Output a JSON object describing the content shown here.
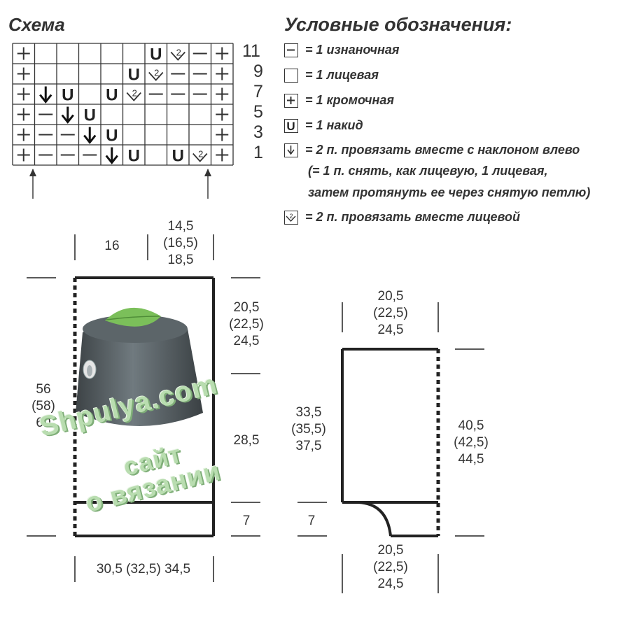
{
  "chart_title": "Схема",
  "legend_title": "Условные обозначения:",
  "row_numbers": [
    "11",
    "9",
    "7",
    "5",
    "3",
    "1"
  ],
  "grid_rows": [
    [
      "+",
      "",
      "",
      "",
      "",
      "U",
      "k2",
      "-",
      "+"
    ],
    [
      "+",
      "",
      "",
      "",
      "U",
      "k2",
      "-",
      "-",
      "+"
    ],
    [
      "+",
      "v",
      "U",
      "",
      "U",
      "k2",
      "-",
      "-",
      "-",
      "+"
    ],
    [
      "+",
      "-",
      "v",
      "U",
      "",
      "",
      "",
      "",
      "",
      "+"
    ],
    [
      "+",
      "-",
      "-",
      "v",
      "U",
      "",
      "",
      "",
      "",
      "+"
    ],
    [
      "+",
      "-",
      "-",
      "-",
      "v",
      "U",
      "",
      "U",
      "k2",
      "+"
    ]
  ],
  "legend": [
    {
      "symbol": "-",
      "text": "= 1 изнаночная"
    },
    {
      "symbol": "",
      "text": "= 1 лицевая"
    },
    {
      "symbol": "+",
      "text": "= 1 кромочная"
    },
    {
      "symbol": "U",
      "text": "= 1 накид"
    },
    {
      "symbol": "v",
      "text": "= 2 п. провязать вместе с наклоном влево"
    },
    {
      "symbol": "",
      "text": "(= 1 п. снять, как лицевую, 1 лицевая,"
    },
    {
      "symbol": "",
      "text": "затем протянуть ее через снятую петлю)"
    },
    {
      "symbol": "k2",
      "text": "= 2 п. провязать вместе лицевой"
    }
  ],
  "body_dims": {
    "top_left": "16",
    "top_right": [
      "14,5",
      "(16,5)",
      "18,5"
    ],
    "right_upper": [
      "20,5",
      "(22,5)",
      "24,5"
    ],
    "right_mid": "28,5",
    "right_low": "7",
    "left": [
      "56",
      "(58)",
      "60"
    ],
    "bottom": "30,5 (32,5) 34,5"
  },
  "sleeve_dims": {
    "top": [
      "20,5",
      "(22,5)",
      "24,5"
    ],
    "left": [
      "33,5",
      "(35,5)",
      "37,5"
    ],
    "left_low": "7",
    "right": [
      "40,5",
      "(42,5)",
      "44,5"
    ],
    "bottom": [
      "20,5",
      "(22,5)",
      "24,5"
    ]
  },
  "watermark": {
    "line1": "Shpulya.com",
    "line2": "сайт",
    "line3": "о вязании"
  }
}
